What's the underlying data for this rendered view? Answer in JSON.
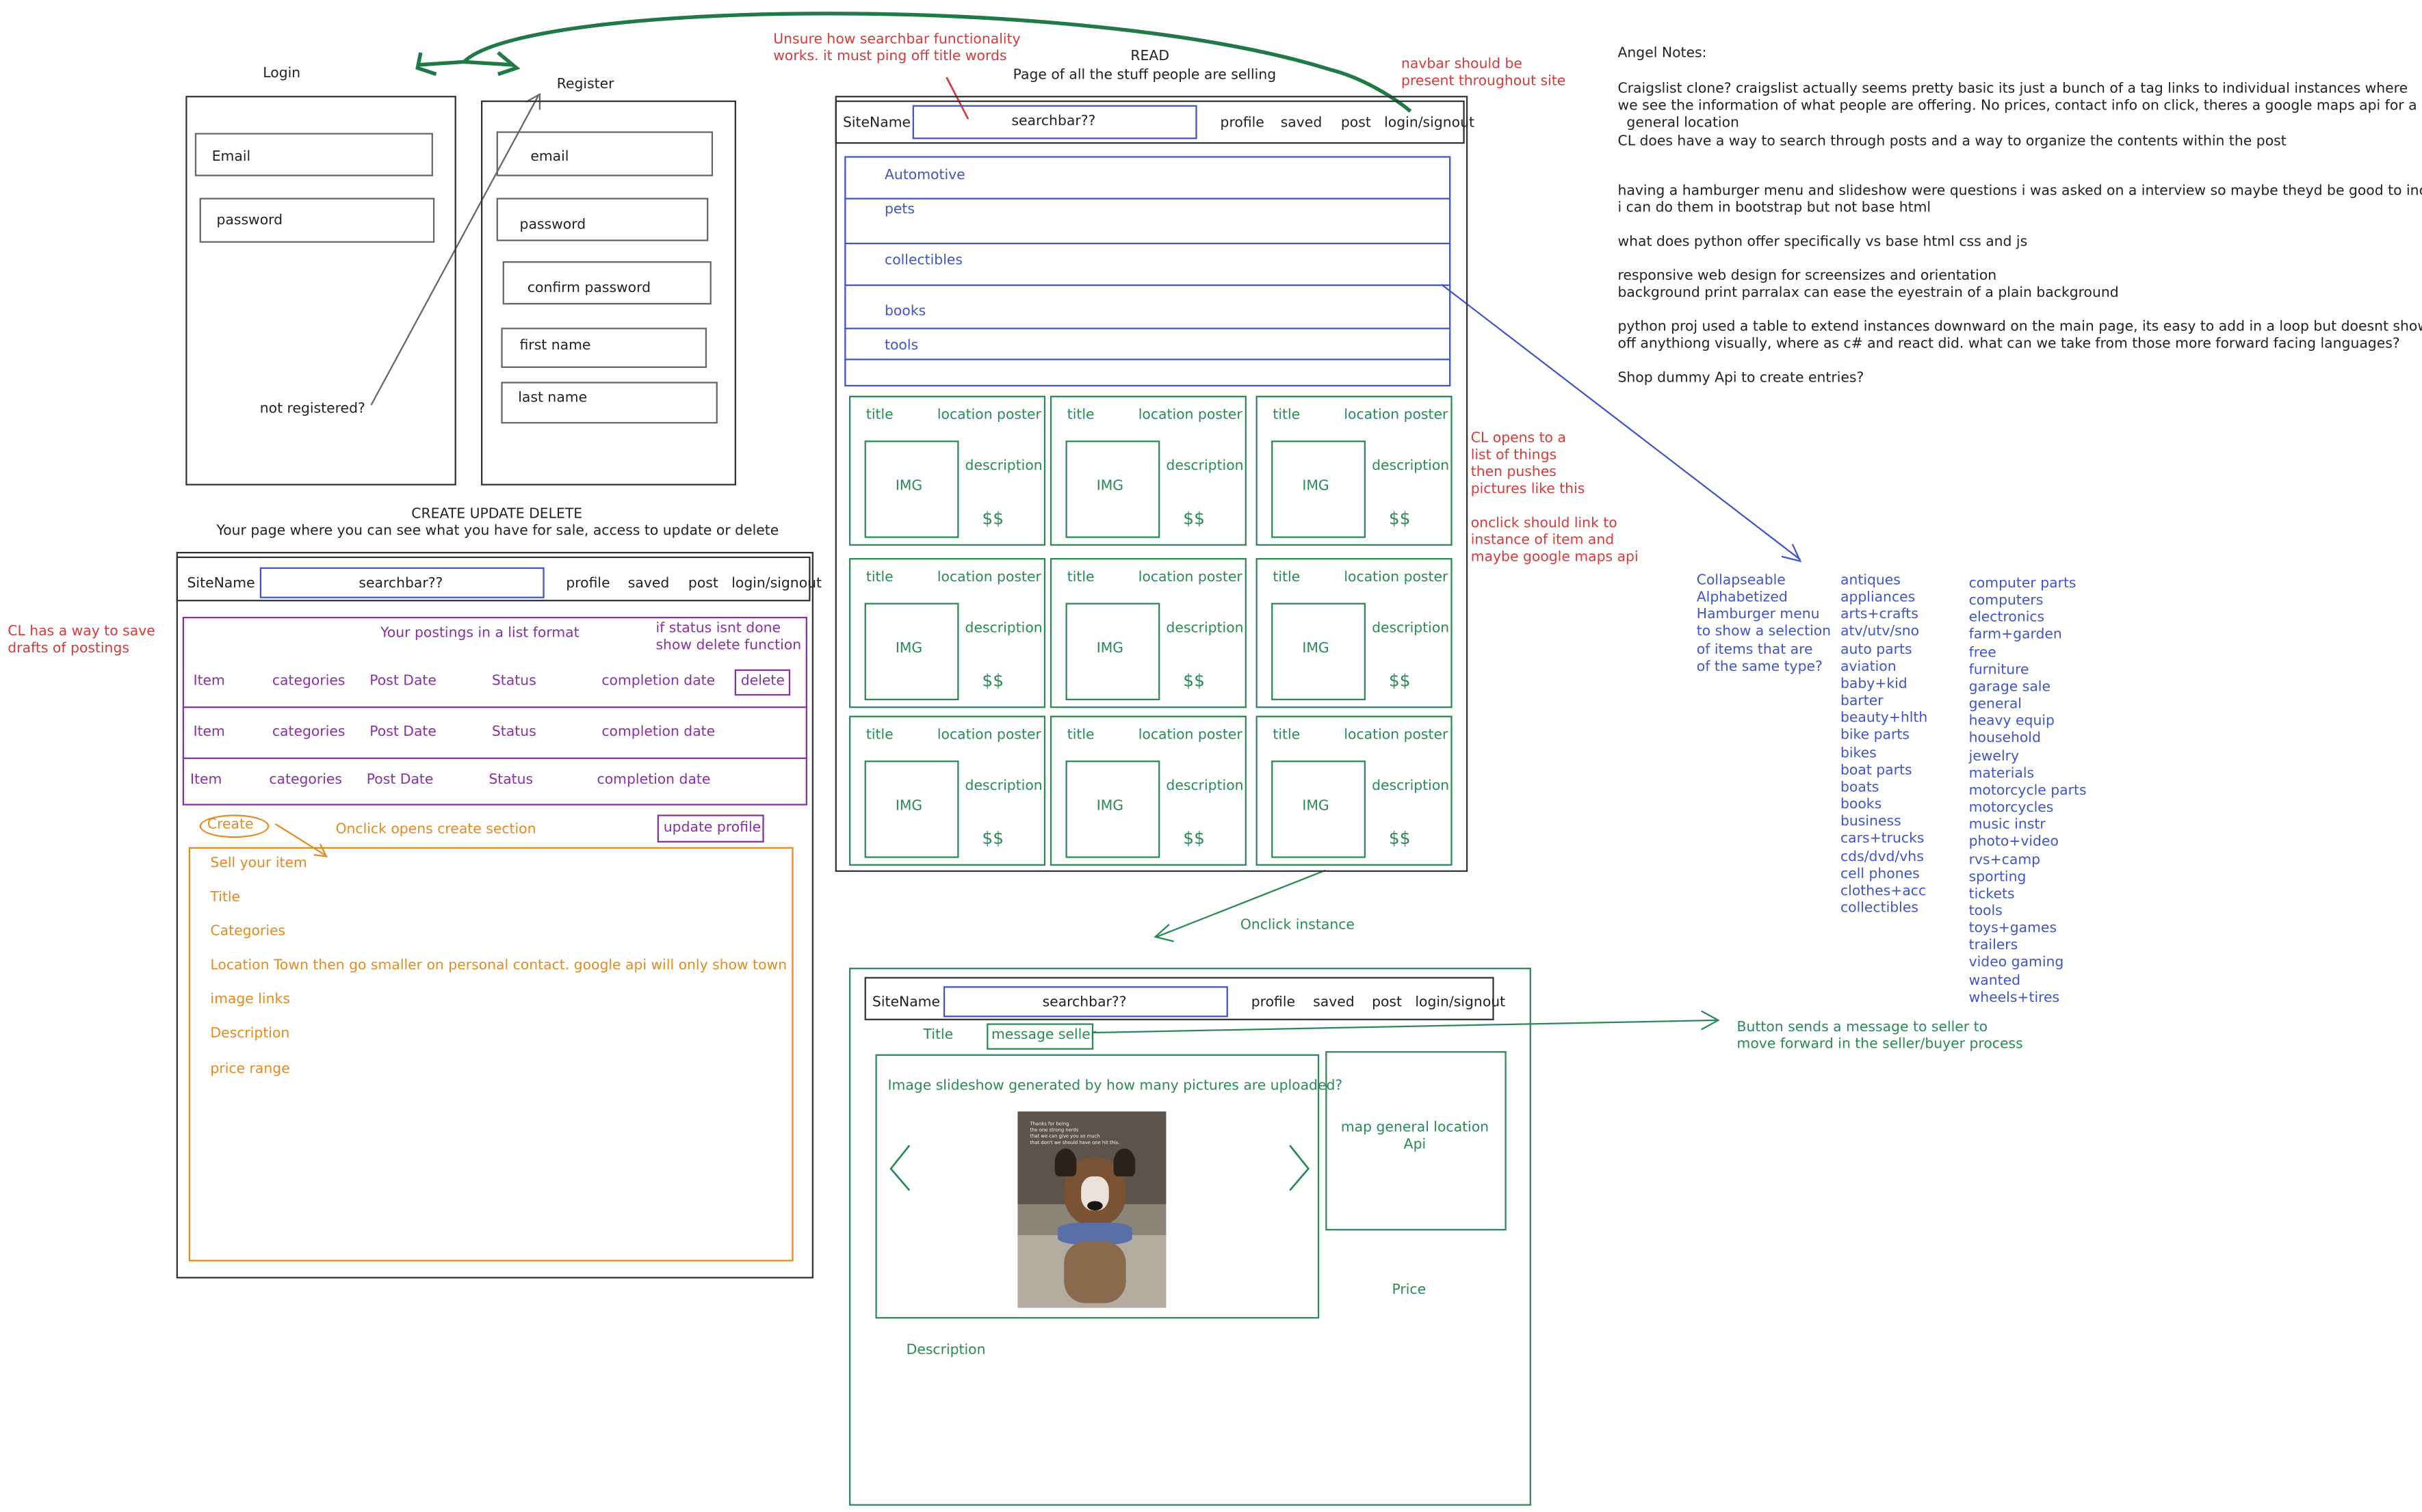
{
  "login": {
    "title": "Login",
    "email": "Email",
    "password": "password",
    "not_registered": "not registered?"
  },
  "register": {
    "title": "Register",
    "fields": [
      "email",
      "password",
      "confirm password",
      "first name",
      "last name"
    ]
  },
  "read": {
    "heading": "READ",
    "subheading": "Page of all the stuff people are selling",
    "nav": {
      "site": "SiteName",
      "search": "searchbar??",
      "links": [
        "profile",
        "saved",
        "post",
        "login/signout"
      ]
    },
    "categories": [
      "Automotive",
      "pets",
      "collectibles",
      "books",
      "tools"
    ],
    "card": {
      "title": "title",
      "location": "location poster",
      "img": "IMG",
      "desc": "description",
      "price": "$$"
    }
  },
  "cud": {
    "heading": "CREATE UPDATE DELETE",
    "subheading": "Your page where you can see what you have for sale, access to update or delete",
    "nav": {
      "site": "SiteName",
      "search": "searchbar??",
      "links": [
        "profile",
        "saved",
        "post",
        "login/signout"
      ]
    },
    "postings_title": "Your postings in a list format",
    "delete_note": "if status isnt done\nshow delete function",
    "rows": [
      [
        "Item",
        "categories",
        "Post Date",
        "Status",
        "completion date"
      ],
      [
        "Item",
        "categories",
        "Post Date",
        "Status",
        "completion date"
      ],
      [
        "Item",
        "categories",
        "Post Date",
        "Status",
        "completion date"
      ]
    ],
    "delete_label": "delete",
    "create_label": "Create",
    "create_note": "Onclick opens create section",
    "update_profile": "update profile",
    "form_fields": [
      "Sell your item",
      "Title",
      "Categories",
      "Location  Town then go smaller on personal contact. google api will only show town",
      "image links",
      "Description",
      "price range"
    ]
  },
  "instance": {
    "nav": {
      "site": "SiteName",
      "search": "searchbar??",
      "links": [
        "profile",
        "saved",
        "post",
        "login/signout"
      ]
    },
    "title": "Title",
    "message_seller": "message seller",
    "slideshow_label": "Image slideshow generated by how many pictures are uploaded?",
    "photo_caption": "Thanks for being\nthe one strong nerds\nthat we can give you so much\nthat don't we should have one hit this.",
    "map_label": "map general location\nApi",
    "price": "Price",
    "description": "Description"
  },
  "annotations": {
    "searchbar": "Unsure how searchbar functionality\nworks. it must ping off title words",
    "navbar": "navbar should be\npresent throughout site",
    "cl_opens": "CL opens to a\nlist of things\nthen pushes\npictures like this",
    "onclick_link": "onclick should link to\ninstance of item and\nmaybe google maps api",
    "cl_drafts": "CL has a way to save\ndrafts of postings",
    "onclick_instance": "Onclick instance",
    "button_sends": "Button sends a message to seller to\nmove forward in the seller/buyer process",
    "hamburger": "Collapseable\nAlphabetized\nHamburger menu\nto show a selection\nof items that are\nof the same type?"
  },
  "category_list": {
    "col1": [
      "antiques",
      "appliances",
      "arts+crafts",
      "atv/utv/sno",
      "auto parts",
      "aviation",
      "baby+kid",
      "barter",
      "beauty+hlth",
      "bike parts",
      "bikes",
      "boat parts",
      "boats",
      "books",
      "business",
      "cars+trucks",
      "cds/dvd/vhs",
      "cell phones",
      "clothes+acc",
      "collectibles"
    ],
    "col2": [
      "computer parts",
      "computers",
      "electronics",
      "farm+garden",
      "free",
      "furniture",
      "garage sale",
      "general",
      "heavy equip",
      "household",
      "jewelry",
      "materials",
      "motorcycle parts",
      "motorcycles",
      "music instr",
      "photo+video",
      "rvs+camp",
      "sporting",
      "tickets",
      "tools",
      "toys+games",
      "trailers",
      "video gaming",
      "wanted",
      "wheels+tires"
    ]
  },
  "notes": {
    "title": "Angel Notes:",
    "p1": "Craigslist clone? craigslist actually seems pretty basic its just a bunch of a tag links to individual instances where\nwe see the information of what people are offering. No prices, contact info on click, theres a google maps api for a\n  general location\nCL does have a way to search through posts and a way to organize the contents within the post",
    "p2": "having a hamburger menu and slideshow were questions i was asked on a interview so maybe theyd be good to include,\ni can do them in bootstrap but not base html",
    "p3": "what does python offer specifically vs base html css and js",
    "p4": "responsive web design for screensizes and orientation\nbackground print parralax can ease the eyestrain of a plain background",
    "p5": "python proj used a table to extend instances downward on the main page, its easy to add in a loop but doesnt show\noff anythiong visually, where as c# and react did. what can we take from those more forward facing languages?",
    "p6": "Shop dummy Api to create entries?"
  },
  "colors": {
    "green": "#2a8a57",
    "red": "#d63a3a",
    "blue": "#3f55c8",
    "purple": "#8a2fa8",
    "orange": "#e58a1f"
  }
}
